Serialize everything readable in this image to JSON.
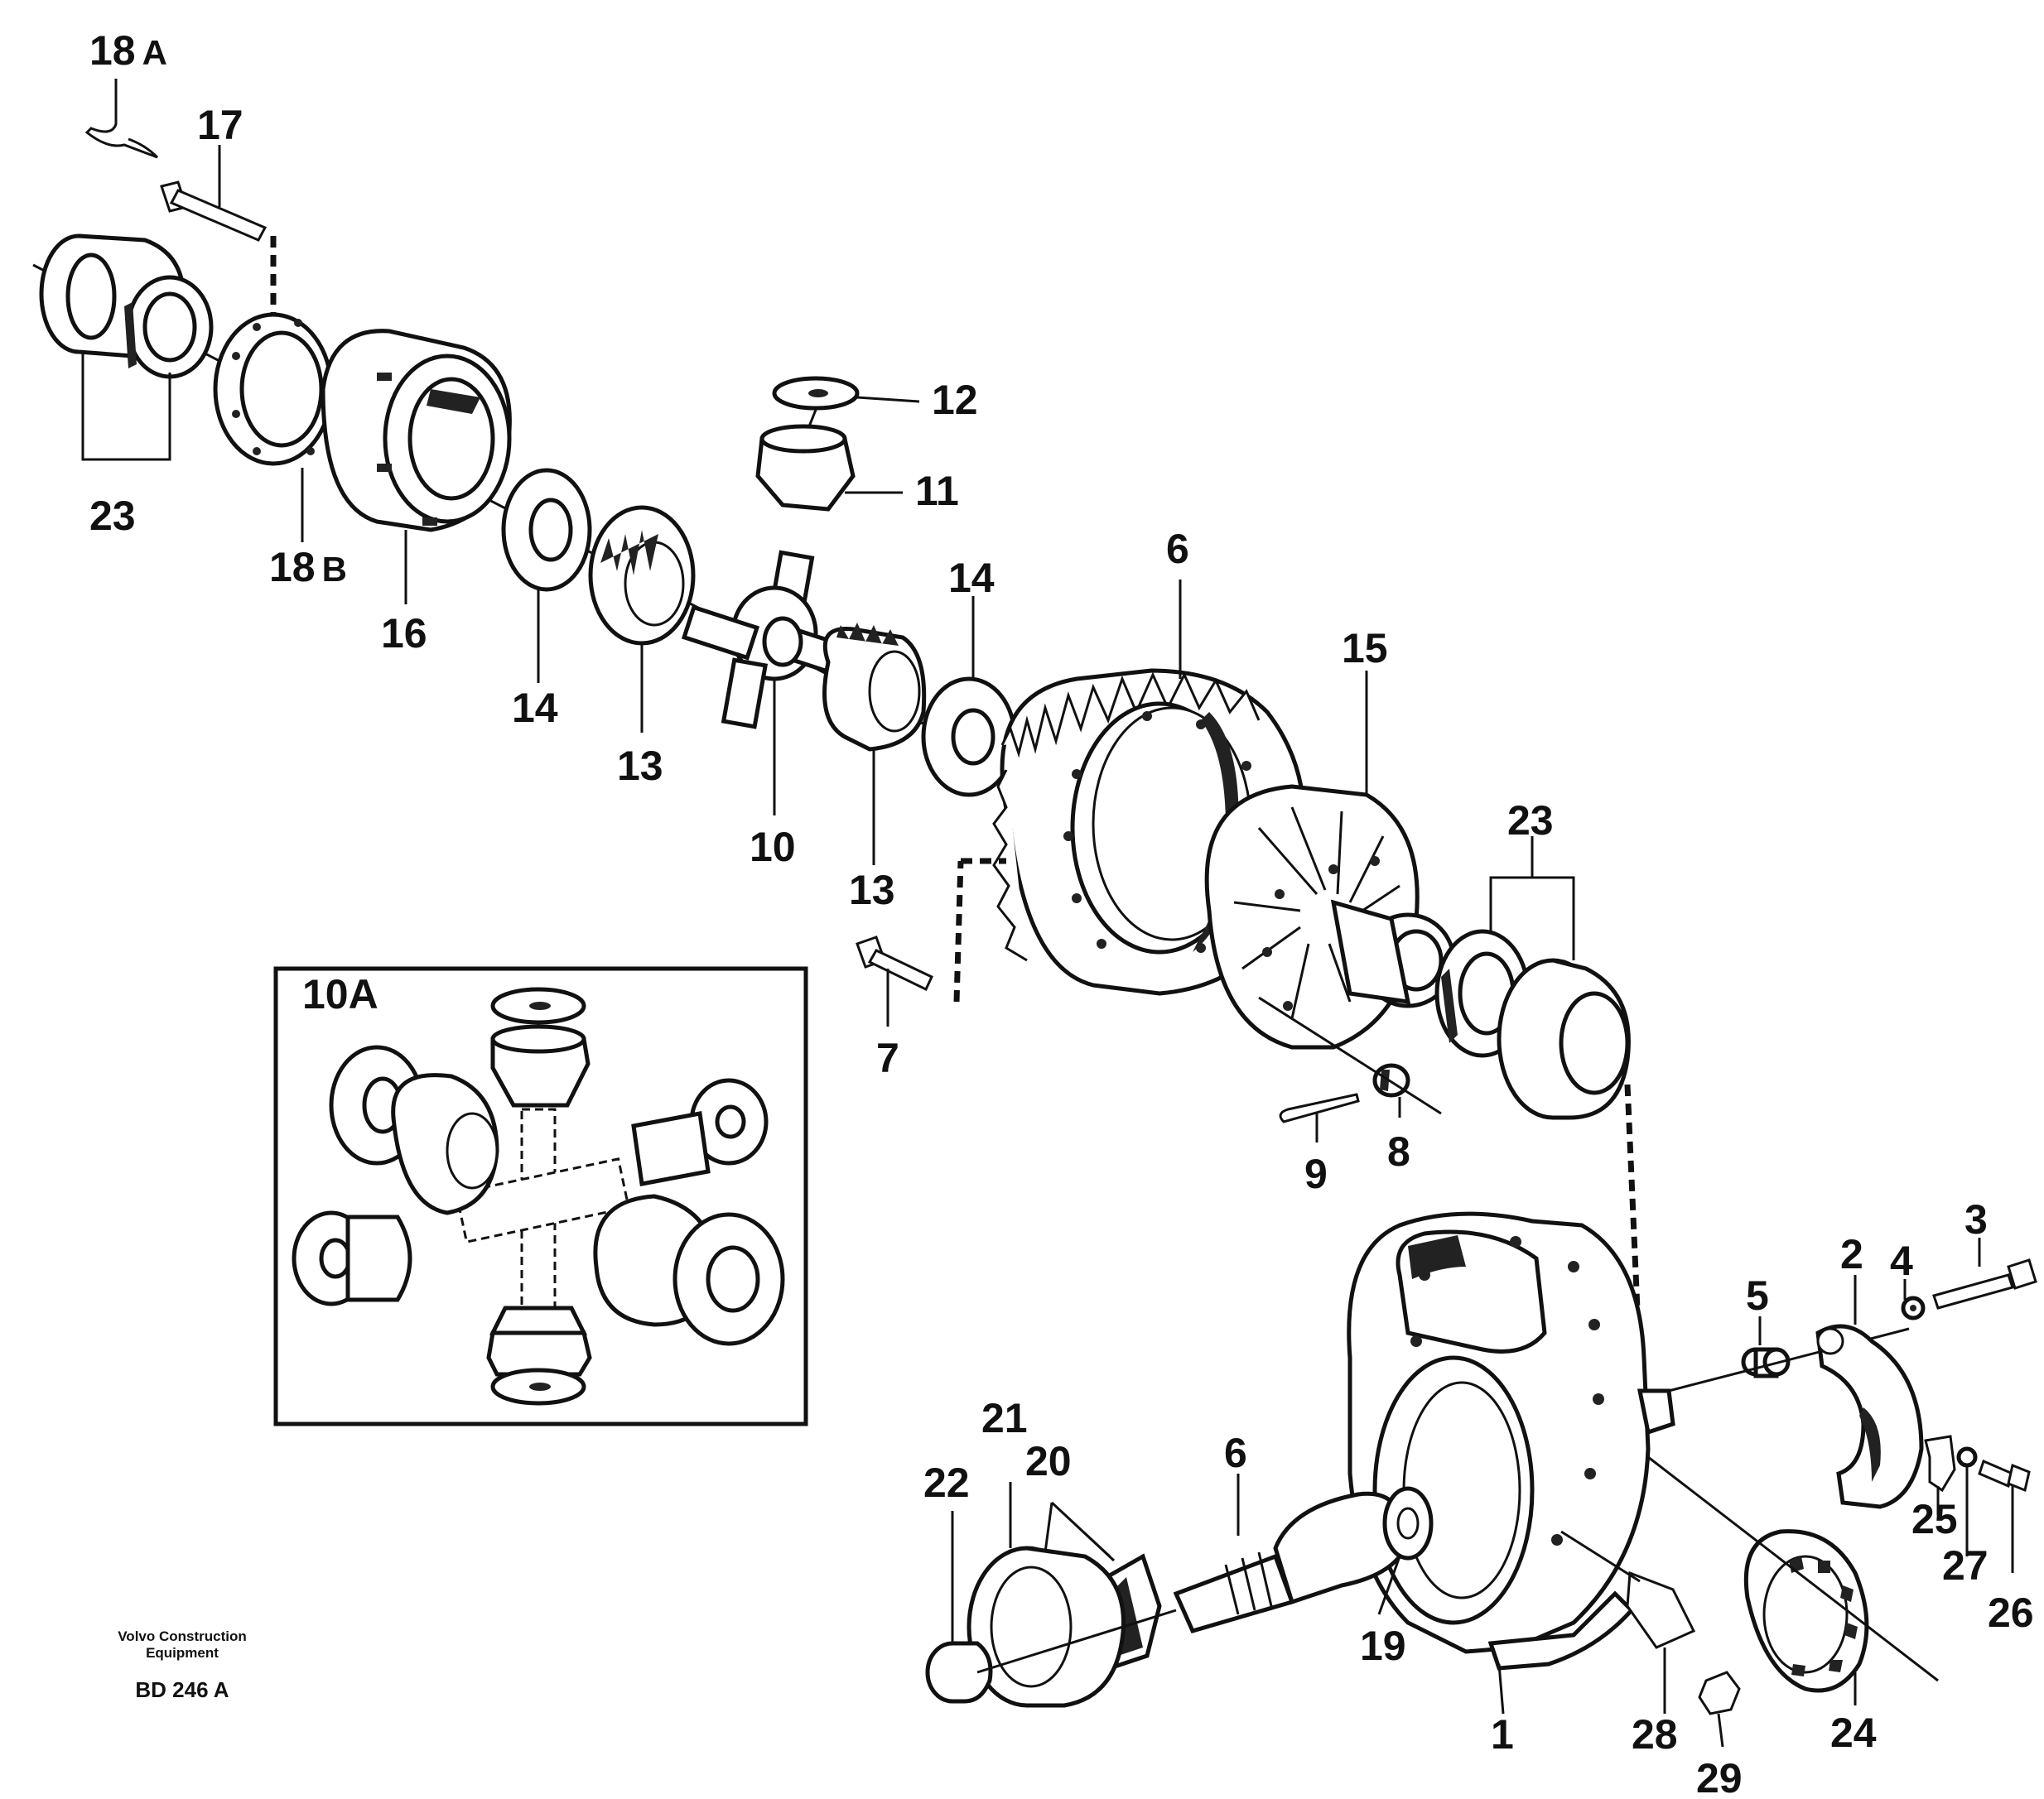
{
  "inset": {
    "title": "10A"
  },
  "footer": {
    "line1": "Volvo Construction",
    "line2": "Equipment",
    "code": "BD 246 A"
  },
  "callouts": {
    "c18a": {
      "number": "18",
      "suffix": "A"
    },
    "c17": "17",
    "c23_left": "23",
    "c18b": {
      "number": "18",
      "suffix": "B"
    },
    "c16": "16",
    "c14_left": "14",
    "c13_left": "13",
    "c12": "12",
    "c11": "11",
    "c10": "10",
    "c13_right": "13",
    "c14_right": "14",
    "c6_top": "6",
    "c15": "15",
    "c23_right": "23",
    "c7": "7",
    "c9": "9",
    "c8": "8",
    "c5": "5",
    "c2": "2",
    "c4": "4",
    "c3": "3",
    "c25": "25",
    "c27": "27",
    "c26": "26",
    "c22": "22",
    "c21": "21",
    "c20": "20",
    "c6_bottom": "6",
    "c19": "19",
    "c1": "1",
    "c28": "28",
    "c29": "29",
    "c24": "24"
  }
}
